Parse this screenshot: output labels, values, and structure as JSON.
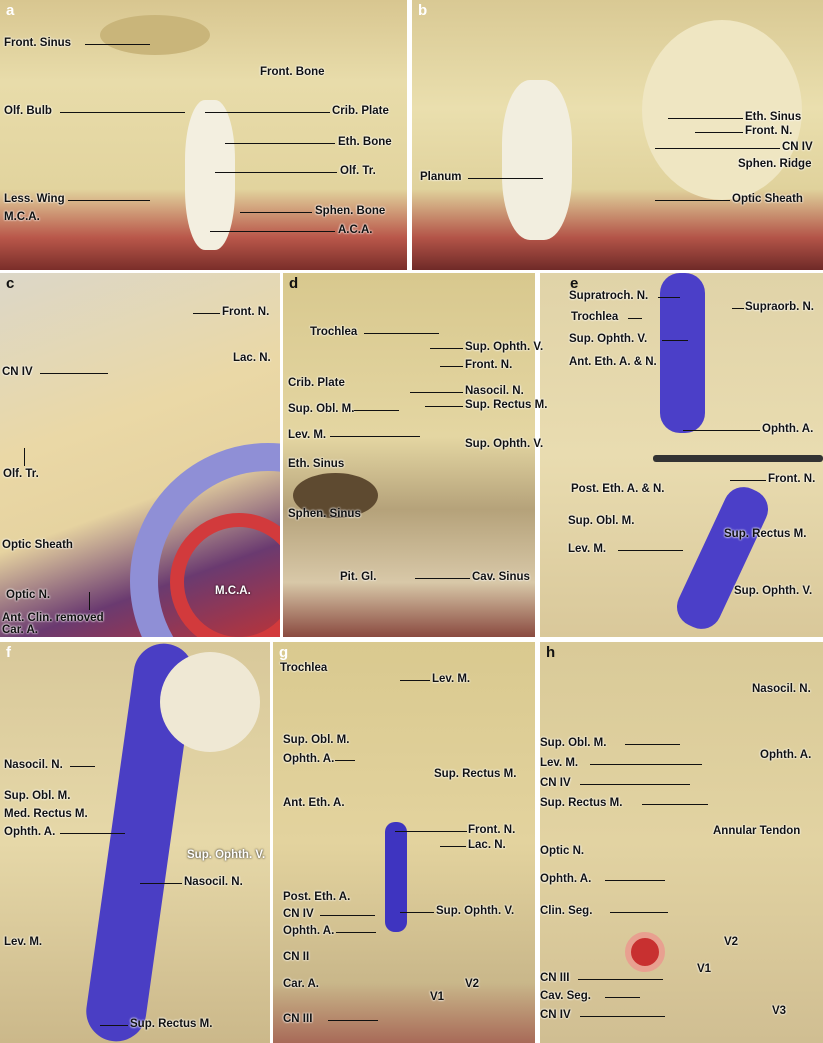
{
  "panels": {
    "a": {
      "letter": "a",
      "labels": [
        "Front. Sinus",
        "Front. Bone",
        "Olf. Bulb",
        "Crib. Plate",
        "Eth. Bone",
        "Olf. Tr.",
        "Less. Wing",
        "Sphen. Bone",
        "M.C.A.",
        "A.C.A."
      ]
    },
    "b": {
      "letter": "b",
      "labels": [
        "Eth. Sinus",
        "Front. N.",
        "CN IV",
        "Sphen. Ridge",
        "Planum",
        "Optic Sheath"
      ]
    },
    "c": {
      "letter": "c",
      "labels": [
        "Front. N.",
        "CN IV",
        "Lac. N.",
        "Olf. Tr.",
        "Optic Sheath",
        "Optic N.",
        "Ant. Clin. removed",
        "M.C.A.",
        "Car. A."
      ]
    },
    "d": {
      "letter": "d",
      "labels": [
        "Trochlea",
        "Sup. Ophth. V.",
        "Crib. Plate",
        "Front. N.",
        "Nasocil. N.",
        "Sup. Obl. M.",
        "Sup. Rectus M.",
        "Lev. M.",
        "Sup. Ophth. V.",
        "Eth. Sinus",
        "Sphen. Sinus",
        "Pit. Gl.",
        "Cav. Sinus"
      ]
    },
    "e": {
      "letter": "e",
      "labels": [
        "Supratroch. N.",
        "Supraorb. N.",
        "Trochlea",
        "Sup. Ophth. V.",
        "Ant. Eth. A. & N.",
        "Ophth. A.",
        "Front. N.",
        "Post. Eth. A. & N.",
        "Sup. Obl. M.",
        "Sup. Rectus M.",
        "Lev. M.",
        "Sup. Ophth. V."
      ]
    },
    "f": {
      "letter": "f",
      "labels": [
        "Nasocil. N.",
        "Sup. Obl. M.",
        "Med. Rectus M.",
        "Ophth. A.",
        "Sup. Ophth. V.",
        "Nasocil. N.",
        "Lev. M.",
        "Sup. Rectus M."
      ]
    },
    "g": {
      "letter": "g",
      "labels": [
        "Trochlea",
        "Lev. M.",
        "Sup. Obl. M.",
        "Ophth. A.",
        "Sup. Rectus M.",
        "Ant. Eth. A.",
        "Front. N.",
        "Lac. N.",
        "Post. Eth. A.",
        "Sup. Ophth. V.",
        "CN IV",
        "Ophth. A.",
        "CN II",
        "Car. A.",
        "V2",
        "V1",
        "CN III"
      ]
    },
    "h": {
      "letter": "h",
      "labels": [
        "Nasocil. N.",
        "Sup. Obl. M.",
        "Ophth. A.",
        "Lev. M.",
        "CN IV",
        "Sup. Rectus M.",
        "Annular Tendon",
        "Optic N.",
        "Ophth. A.",
        "Clin. Seg.",
        "V2",
        "V1",
        "CN III",
        "Cav. Seg.",
        "V3",
        "CN IV"
      ]
    }
  },
  "colors": {
    "bone": "#e4d6a2",
    "artery": "#d8373a",
    "vein": "#4a3ec4",
    "nerve": "#f1ead0"
  }
}
